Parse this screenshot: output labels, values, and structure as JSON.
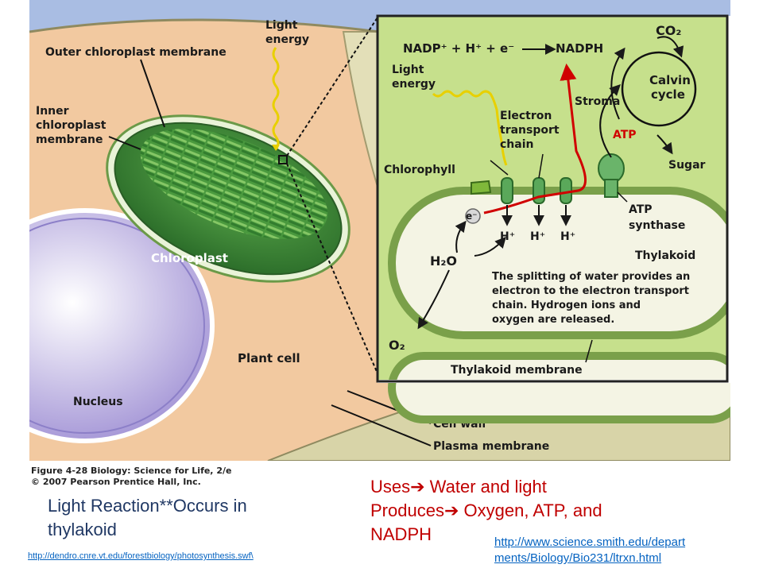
{
  "figure": {
    "labels": {
      "outer_membrane": "Outer chloroplast membrane",
      "inner_membrane_1": "Inner",
      "inner_membrane_2": "chloroplast",
      "inner_membrane_3": "membrane",
      "light_energy_1": "Light",
      "light_energy_2": "energy",
      "chloroplast": "Chloroplast",
      "plant_cell": "Plant cell",
      "nucleus": "Nucleus",
      "cell_wall": "Cell wall",
      "plasma_membrane": "Plasma membrane"
    },
    "inset": {
      "nadp_equation": "NADP⁺ + H⁺ + e⁻",
      "nadph": "NADPH",
      "co2": "CO₂",
      "light_1": "Light",
      "light_2": "energy",
      "etc_1": "Electron",
      "etc_2": "transport",
      "etc_3": "chain",
      "stroma": "Stroma",
      "calvin_1": "Calvin",
      "calvin_2": "cycle",
      "atp": "ATP",
      "chlorophyll": "Chlorophyll",
      "sugar": "Sugar",
      "electron": "e⁻",
      "h_plus": "H⁺",
      "atp_synthase_1": "ATP",
      "atp_synthase_2": "synthase",
      "thylakoid": "Thylakoid",
      "water": "H₂O",
      "splitting_1": "The splitting of water provides an",
      "splitting_2": "electron to the electron transport",
      "splitting_3": "chain. Hydrogen ions and",
      "splitting_4": "oxygen are released.",
      "o2": "O₂",
      "thylakoid_membrane": "Thylakoid membrane"
    },
    "caption_line1": "Figure 4-28  Biology: Science for Life, 2/e",
    "caption_line2": "© 2007 Pearson Prentice Hall, Inc."
  },
  "notes": {
    "uses_prefix": "Uses",
    "uses_text": " Water and light",
    "produces_prefix": "Produces",
    "produces_text": " Oxygen, ATP, and",
    "produces_text_2": "NADPH",
    "arrow_glyph": "➔",
    "light_reaction": "Light Reaction**Occurs in thylakoid"
  },
  "links": {
    "dendro": "http://dendro.cnre.vt.edu/forestbiology/photosynthesis.swf\\",
    "smith_1": "http://www.science.smith.edu/depart",
    "smith_2": "ments/Biology/Bio231/ltrxn.html"
  },
  "colors": {
    "sky": "#a9bde3",
    "cytoplasm": "#f2c9a0",
    "cell_wall": "#d9d6b0",
    "nucleus": "#b9aee0",
    "chloroplast": "#3e8a3a",
    "inset_bg": "#c6e08c",
    "electron_path": "#d00000",
    "light_wave": "#e8d000",
    "text_red": "#c00000",
    "text_navy": "#203864",
    "link": "#0563c1"
  }
}
